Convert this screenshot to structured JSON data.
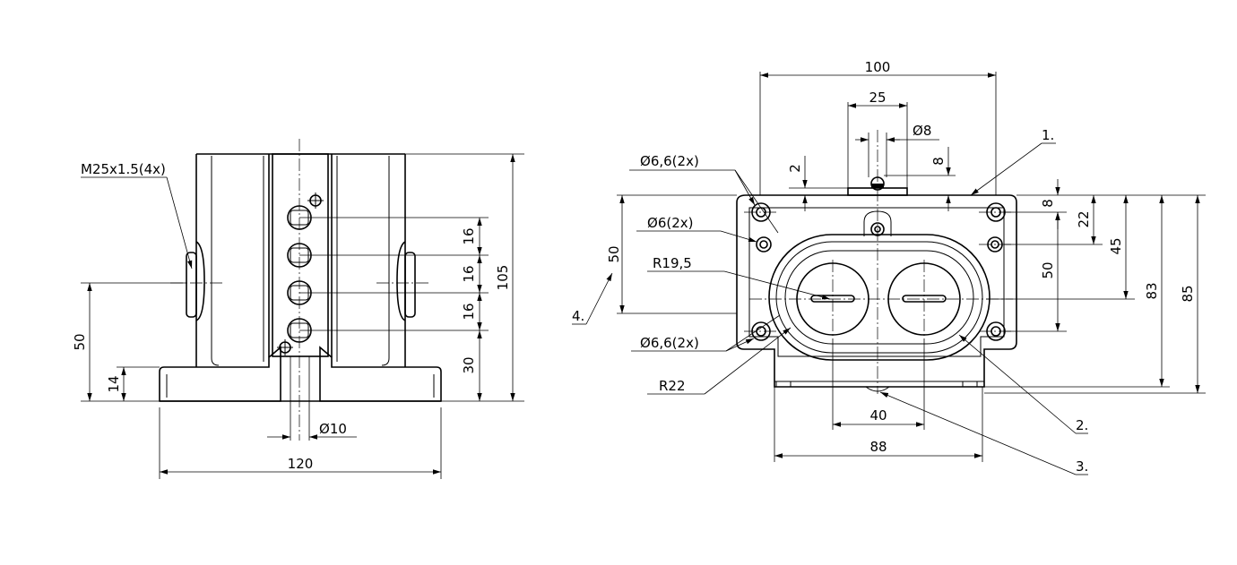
{
  "front_view": {
    "thread_label": "M25x1.5(4x)",
    "pitch_dims": [
      "16",
      "16",
      "16"
    ],
    "dim_30": "30",
    "dim_105": "105",
    "dim_50": "50",
    "dim_14": "14",
    "dim_10": "10",
    "dim_120": "120"
  },
  "top_view": {
    "dim_100": "100",
    "dim_25": "25",
    "dim_8_dia": "8",
    "dim_2": "2",
    "dim_8_v": "8",
    "hole_66_top": "6,6(2x)",
    "hole_6": "6(2x)",
    "radius_195": "R19,5",
    "hole_66_bot": "6,6(2x)",
    "radius_22": "R22",
    "dim_50_left": "50",
    "dim_8_right": "8",
    "dim_22": "22",
    "dim_50_right": "50",
    "dim_45": "45",
    "dim_83": "83",
    "dim_85": "85",
    "dim_40": "40",
    "dim_88": "88"
  },
  "callouts": [
    "1.",
    "2.",
    "3.",
    "4."
  ],
  "symbols": {
    "diameter": "Ø"
  }
}
